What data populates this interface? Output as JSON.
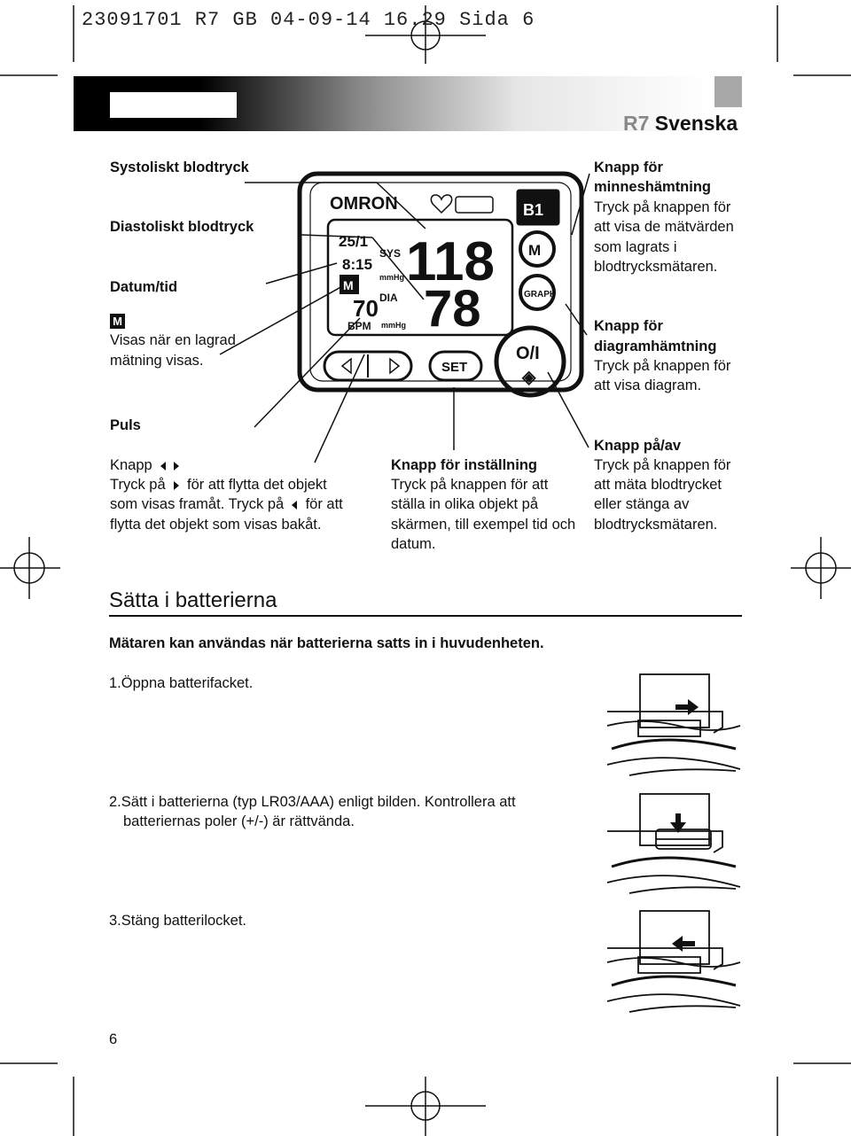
{
  "header": {
    "print_line": "23091701 R7 GB   04-09-14  16.29  Sida 6",
    "model": "R7",
    "language": "Svenska"
  },
  "callouts": {
    "systolic": "Systoliskt blodtryck",
    "diastolic": "Diastoliskt blodtryck",
    "datetime": "Datum/tid",
    "memory_icon": "M",
    "memory_line1": "Visas när en lagrad",
    "memory_line2": "mätning visas.",
    "pulse": "Puls",
    "arrow_button": "Knapp",
    "arrow_desc_a": "Tryck på",
    "arrow_desc_b": "för att flytta det objekt",
    "arrow_desc_c": "som visas framåt. Tryck på",
    "arrow_desc_d": "för att",
    "arrow_desc_e": "flytta det objekt som visas bakåt.",
    "set_title": "Knapp för inställning",
    "set_desc1": "Tryck på knappen för att",
    "set_desc2": "ställa in olika objekt på",
    "set_desc3": "skärmen, till exempel tid och",
    "set_desc4": "datum.",
    "mem_title1": "Knapp för",
    "mem_title2": "minneshämtning",
    "mem_desc1": "Tryck på knappen för",
    "mem_desc2": "att visa de mätvärden",
    "mem_desc3": "som lagrats i",
    "mem_desc4": "blodtrycksmätaren.",
    "graph_title1": "Knapp för",
    "graph_title2": "diagramhämtning",
    "graph_desc1": "Tryck på knappen för",
    "graph_desc2": "att visa diagram.",
    "power_title": "Knapp på/av",
    "power_desc1": "Tryck på knappen för",
    "power_desc2": "att mäta blodtrycket",
    "power_desc3": "eller stänga av",
    "power_desc4": "blodtrycksmätaren."
  },
  "device": {
    "brand": "OMRON",
    "date": "25/1",
    "time": "8:15",
    "sys_label": "SYS",
    "dia_label": "DIA",
    "unit": "mmHg",
    "sys_value": "118",
    "dia_value": "78",
    "pulse_value": "70",
    "bpm_label": "BPM",
    "button_b": "B1",
    "button_m": "M",
    "button_graph": "GRAPH",
    "button_set": "SET",
    "button_power": "O/I"
  },
  "section": {
    "title": "Sätta i batterierna",
    "intro": "Mätaren kan användas när batterierna satts in i huvudenheten.",
    "steps": [
      {
        "num": "1.",
        "text": "Öppna batterifacket."
      },
      {
        "num": "2.",
        "text": "Sätt i batterierna (typ LR03/AAA) enligt bilden. Kontrollera att",
        "text2": "batteriernas poler (+/-) är rättvända."
      },
      {
        "num": "3.",
        "text": "Stäng batterilocket."
      }
    ]
  },
  "page_number": "6",
  "colors": {
    "ink": "#111111",
    "gray_model": "#888888",
    "gray_box": "#a8a8a8"
  }
}
